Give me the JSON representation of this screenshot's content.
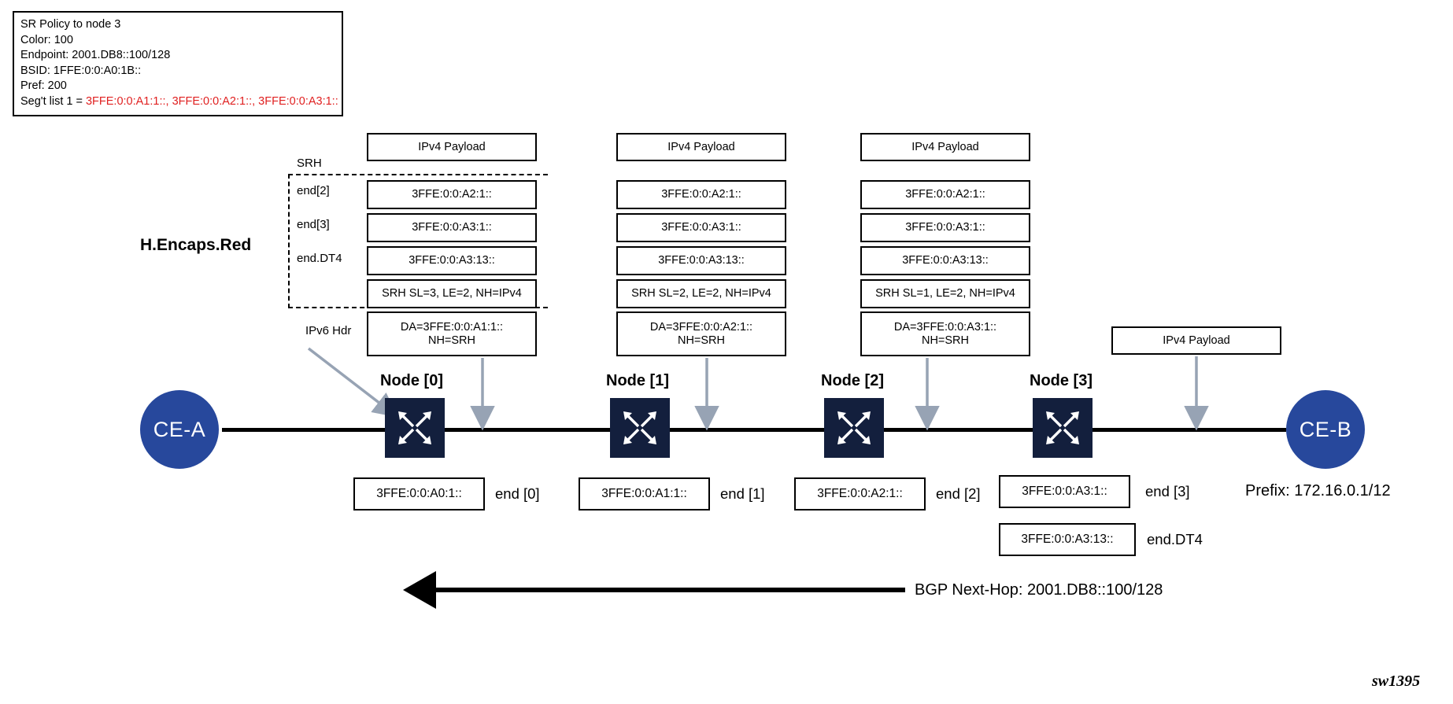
{
  "policy": {
    "title": "SR Policy to node 3",
    "color": "Color: 100",
    "endpoint": "Endpoint: 2001.DB8::100/128",
    "bsid": "BSID: 1FFE:0:0:A0:1B::",
    "pref": "Pref: 200",
    "seglist_label": "Seg't list 1 = ",
    "seglist_value": "3FFE:0:0:A1:1::, 3FFE:0:0:A2:1::, 3FFE:0:0:A3:1::",
    "seglist_color": "#e02020"
  },
  "labels": {
    "h_encaps_red": "H.Encaps.Red",
    "srh": "SRH",
    "ipv6_hdr": "IPv6 Hdr",
    "end2": "end[2]",
    "end3": "end[3]",
    "end_dt4": "end.DT4"
  },
  "stacks": [
    {
      "name": "stack-node0",
      "payload": "IPv4 Payload",
      "sids": [
        "3FFE:0:0:A2:1::",
        "3FFE:0:0:A3:1::",
        "3FFE:0:0:A3:13::"
      ],
      "srh": "SRH SL=3, LE=2, NH=IPv4",
      "ipv6": "DA=3FFE:0:0:A1:1::\nNH=SRH"
    },
    {
      "name": "stack-node1",
      "payload": "IPv4 Payload",
      "sids": [
        "3FFE:0:0:A2:1::",
        "3FFE:0:0:A3:1::",
        "3FFE:0:0:A3:13::"
      ],
      "srh": "SRH SL=2, LE=2, NH=IPv4",
      "ipv6": "DA=3FFE:0:0:A2:1::\nNH=SRH"
    },
    {
      "name": "stack-node2",
      "payload": "IPv4 Payload",
      "sids": [
        "3FFE:0:0:A2:1::",
        "3FFE:0:0:A3:1::",
        "3FFE:0:0:A3:13::"
      ],
      "srh": "SRH SL=1, LE=2, NH=IPv4",
      "ipv6": "DA=3FFE:0:0:A3:1::\nNH=SRH"
    }
  ],
  "final_payload": "IPv4 Payload",
  "nodes": [
    {
      "title": "Node [0]",
      "sid": "3FFE:0:0:A0:1::",
      "func": "end [0]"
    },
    {
      "title": "Node [1]",
      "sid": "3FFE:0:0:A1:1::",
      "func": "end [1]"
    },
    {
      "title": "Node [2]",
      "sid": "3FFE:0:0:A2:1::",
      "func": "end [2]"
    },
    {
      "title": "Node [3]",
      "sid": "3FFE:0:0:A3:1::",
      "func": "end [3]"
    }
  ],
  "node3_extra": {
    "sid": "3FFE:0:0:A3:13::",
    "func": "end.DT4"
  },
  "ce_a": "CE-A",
  "ce_b": "CE-B",
  "prefix": "Prefix: 172.16.0.1/12",
  "bgp": "BGP Next-Hop: 2001.DB8::100/128",
  "watermark": "sw1395",
  "colors": {
    "ce_fill": "#27489c",
    "node_fill": "#131f3d",
    "arrow_grey": "#97a3b4",
    "accent_red": "#e02020"
  }
}
